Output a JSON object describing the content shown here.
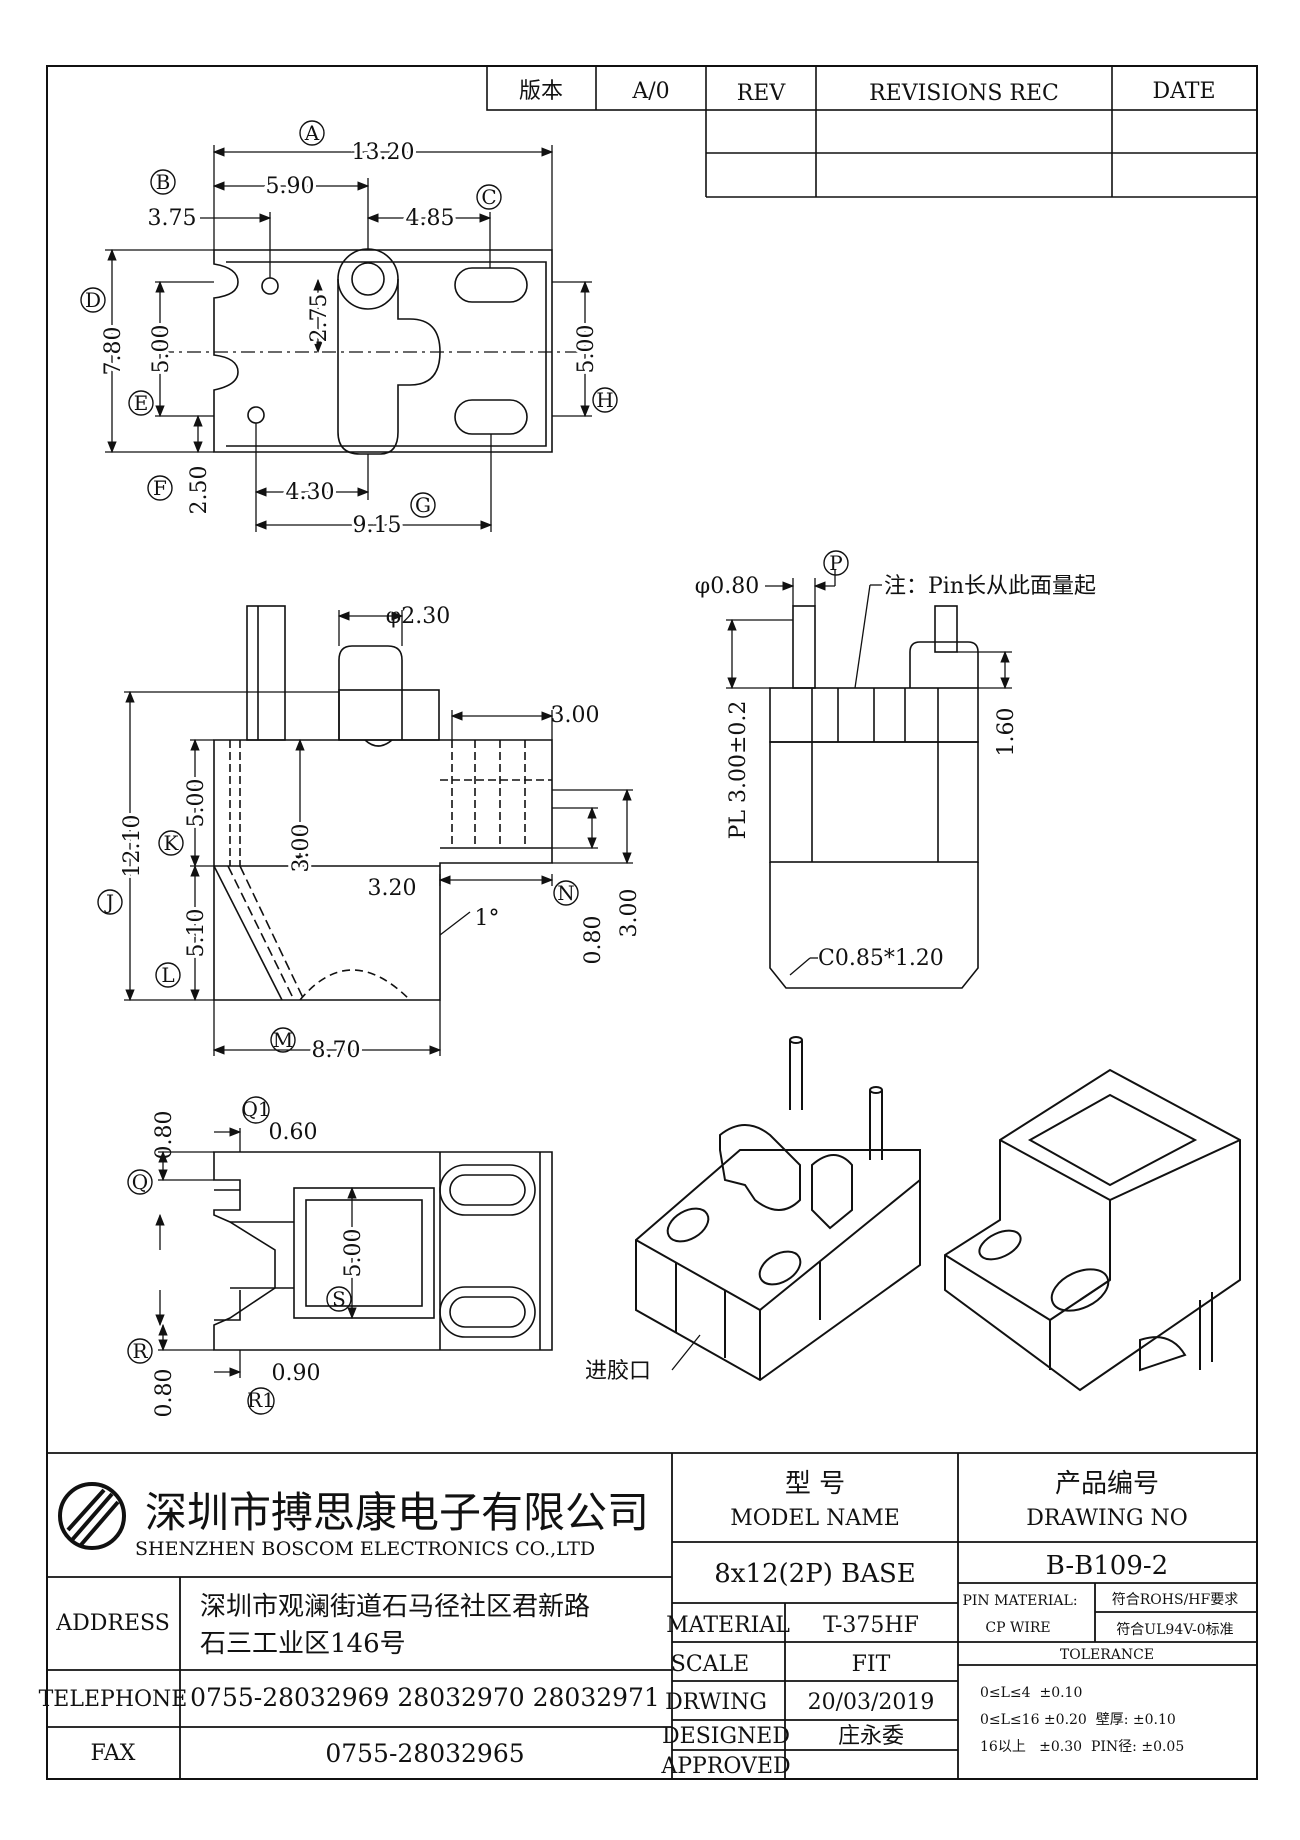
{
  "revision_block": {
    "version_label": "版本",
    "version_value": "A/0",
    "rev_label": "REV",
    "revisions_label": "REVISIONS REC",
    "date_label": "DATE"
  },
  "top_view": {
    "circle_labels": [
      "A",
      "B",
      "C",
      "D",
      "E",
      "F",
      "G",
      "H"
    ],
    "dims": [
      "13.20",
      "5.90",
      "3.75",
      "4.85",
      "7.80",
      "5.00",
      "2.75",
      "5.00",
      "2.50",
      "4.30",
      "9.15"
    ]
  },
  "side_view": {
    "circle_labels": [
      "J",
      "K",
      "L",
      "M",
      "N"
    ],
    "dims": [
      "φ2.30",
      "3.00",
      "12.10",
      "5.00",
      "3.00",
      "5.10",
      "3.20",
      "1°",
      "0.80",
      "3.00",
      "8.70"
    ]
  },
  "front_view": {
    "circle_label_p": "P",
    "pin_dia": "φ0.80",
    "note": "注：Pin长从此面量起",
    "pin_length": "PL 3.00±0.2",
    "dim_right": "1.60",
    "chamfer": "C0.85*1.20"
  },
  "bottom_view": {
    "circle_labels": [
      "Q1",
      "Q",
      "R",
      "R1",
      "S"
    ],
    "dims": [
      "0.80",
      "0.60",
      "5.00",
      "0.80",
      "0.90"
    ]
  },
  "iso_view": {
    "gate_label": "进胶口"
  },
  "title_block": {
    "company_cn": "深圳市搏思康电子有限公司",
    "company_en": "SHENZHEN BOSCOM ELECTRONICS CO.,LTD",
    "address_label": "ADDRESS",
    "address_line1": "深圳市观澜街道石马径社区君新路",
    "address_line2": "石三工业区146号",
    "telephone_label": "TELEPHONE",
    "telephone": "0755-28032969 28032970 28032971",
    "fax_label": "FAX",
    "fax": "0755-28032965",
    "model_name_cn": "型 号",
    "model_name_en": "MODEL NAME",
    "model_value": "8x12(2P) BASE",
    "drawing_no_cn": "产品编号",
    "drawing_no_en": "DRAWING NO",
    "drawing_no_value": "B-B109-2",
    "material_label": "MATERIAL",
    "material_value": "T-375HF",
    "scale_label": "SCALE",
    "scale_value": "FIT",
    "drwing_label": "DRWING",
    "drwing_value": "20/03/2019",
    "designed_label": "DESIGNED",
    "designed_value": "庄永委",
    "approved_label": "APPROVED",
    "approved_value": "",
    "pin_material_label": "PIN MATERIAL:",
    "pin_material_value": "CP WIRE",
    "rohs_note": "符合ROHS/HF要求",
    "ul_note": "符合UL94V-0标准",
    "tolerance_label": "TOLERANCE",
    "tol_line1": "0≤L≤4  ±0.10",
    "tol_line2": "0≤L≤16 ±0.20  壁厚: ±0.10",
    "tol_line3": "16以上   ±0.30  PIN径: ±0.05"
  }
}
